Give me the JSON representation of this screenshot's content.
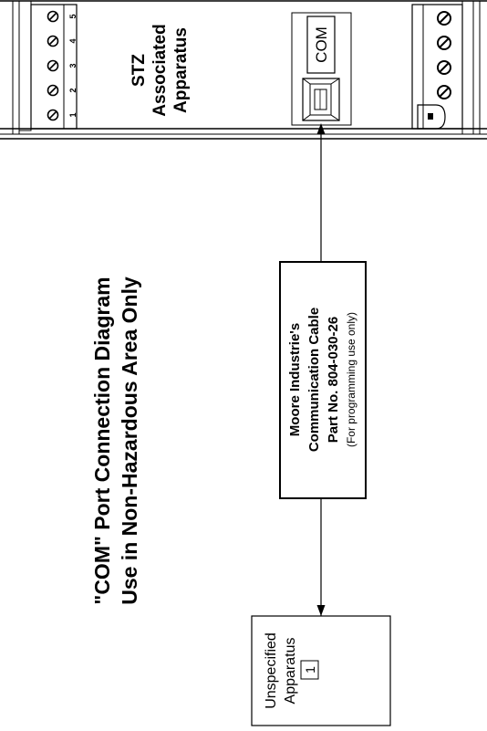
{
  "title": {
    "line1": "\"COM\" Port Connection Diagram",
    "line2": "Use in Non-Hazardous Area Only"
  },
  "device": {
    "name_line1": "STZ",
    "name_line2": "Associated",
    "name_line3": "Apparatus",
    "com_label": "COM",
    "terminal_labels": [
      "1",
      "2",
      "3",
      "4",
      "5"
    ]
  },
  "cable": {
    "line1": "Moore Industrie's",
    "line2": "Communication Cable",
    "line3": "Part No. 804-030-26",
    "line4": "(For programming use only)"
  },
  "unspecified": {
    "line1": "Unspecified",
    "line2": "Apparatus",
    "note_number": "1"
  }
}
